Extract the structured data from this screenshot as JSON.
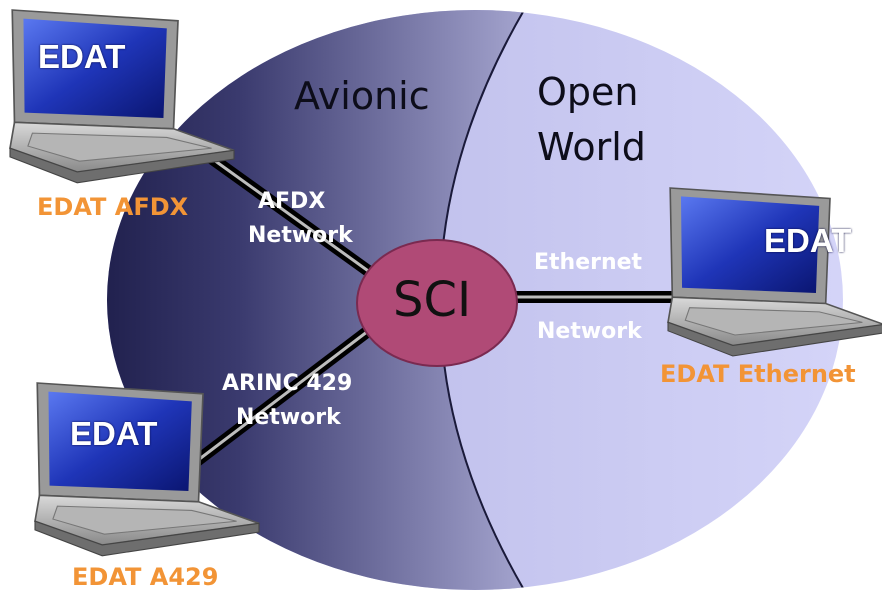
{
  "regions": {
    "avionic_title": "Avionic",
    "open_world_title_line1": "Open",
    "open_world_title_line2": "World"
  },
  "hub": {
    "label": "SCI",
    "color": "#b04a76"
  },
  "networks": {
    "afdx": {
      "line1": "AFDX",
      "line2": "Network"
    },
    "arinc": {
      "line1": "ARINC 429",
      "line2": "Network"
    },
    "ethernet": {
      "line1": "Ethernet",
      "line2": "Network"
    }
  },
  "laptops": {
    "afdx": {
      "screen_text": "EDAT",
      "caption": "EDAT AFDX"
    },
    "a429": {
      "screen_text": "EDAT",
      "caption": "EDAT A429"
    },
    "ethernet": {
      "screen_text": "EDAT",
      "caption": "EDAT Ethernet"
    }
  },
  "colors": {
    "caption": "#f29436",
    "avionic_dark": "#15153f",
    "open_world_light": "#c9c9f4",
    "link": "#000000"
  }
}
